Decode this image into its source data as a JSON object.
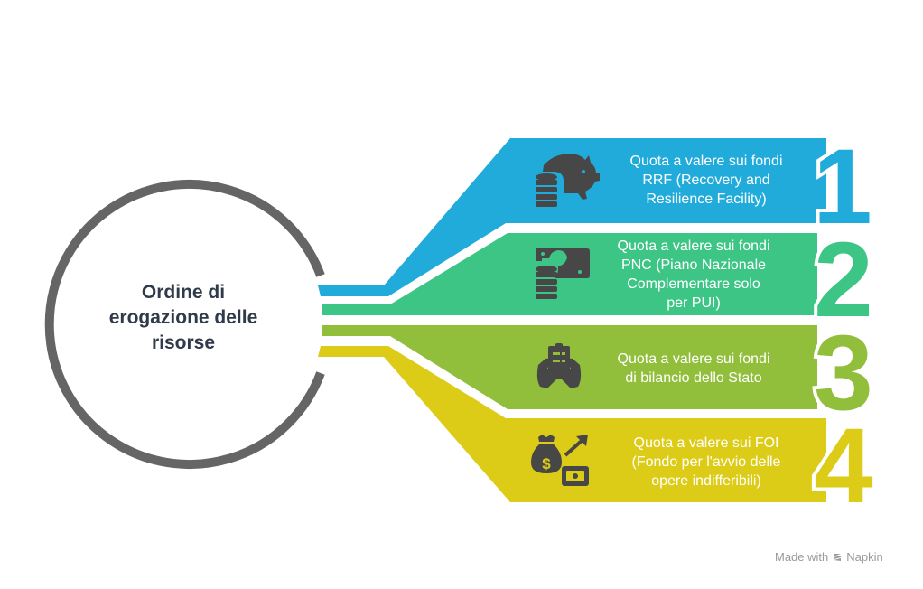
{
  "title": "Ordine di erogazione delle risorse",
  "title_lines": [
    "Ordine di",
    "erogazione delle",
    "risorse"
  ],
  "colors": {
    "circle": "#656565",
    "title_text": "#2f3a4a",
    "icon": "#474747",
    "step1": "#20abdb",
    "step2": "#3dc585",
    "step3": "#91be3b",
    "step4": "#ddcc17"
  },
  "steps": [
    {
      "number": "1",
      "icon": "piggy-bank-coins-icon",
      "lines": [
        "Quota a valere sui fondi",
        "RRF (Recovery and",
        "Resilience Facility)"
      ]
    },
    {
      "number": "2",
      "icon": "banknote-coins-icon",
      "lines": [
        "Quota a valere sui fondi",
        "PNC (Piano Nazionale",
        "Complementare solo",
        "per PUI)"
      ]
    },
    {
      "number": "3",
      "icon": "hands-holding-document-icon",
      "lines": [
        "Quota a valere sui fondi",
        "di bilancio dello Stato"
      ]
    },
    {
      "number": "4",
      "icon": "money-bag-growth-icon",
      "lines": [
        "Quota a valere sui FOI",
        "(Fondo per l'avvio delle",
        "opere indifferibili)"
      ]
    }
  ],
  "watermark": {
    "prefix": "Made with",
    "brand": "Napkin"
  }
}
